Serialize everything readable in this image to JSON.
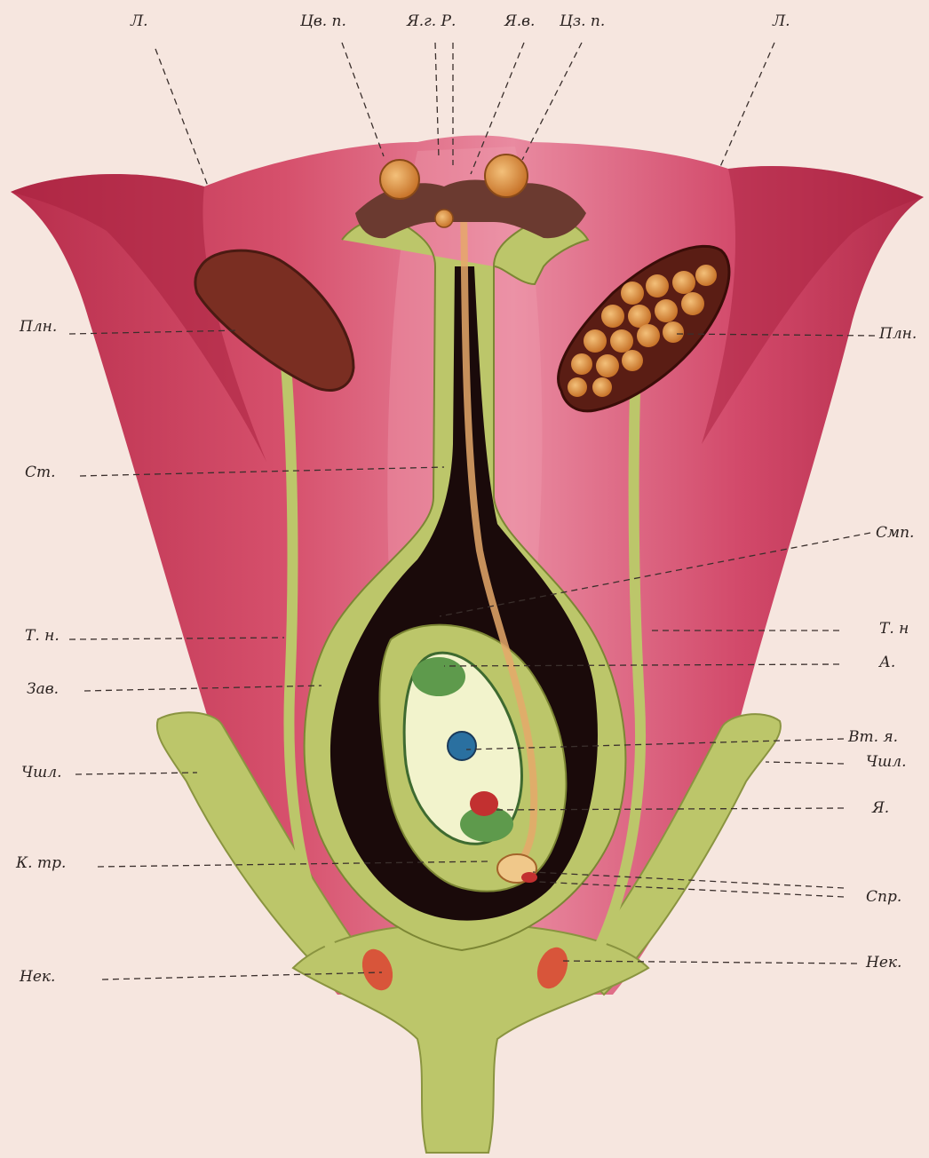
{
  "labels": {
    "lepestok_left": "Л.",
    "lepestok_right": "Л.",
    "tsv_p": "Цв. п.",
    "yag_r": "Я.г. Р.",
    "yav": "Я.в.",
    "tsz_p": "Цз. п.",
    "pln_left": "Плн.",
    "pln_right": "Плн.",
    "st": "Ст.",
    "smp": "Смп.",
    "tn_left": "Т. н.",
    "tn_right": "Т. н",
    "a": "А.",
    "zav": "Зав.",
    "vt_ya": "Вт. я.",
    "chshl_left": "Чшл.",
    "chshl_right": "Чшл.",
    "ya": "Я.",
    "k_tr": "К. тр.",
    "spr": "Спр.",
    "nek_left": "Нек.",
    "nek_right": "Нек."
  },
  "colors": {
    "background": "#f6e6df",
    "petal_outer": "#c83a56",
    "petal_inner": "#e0708a",
    "petal_dark": "#a82440",
    "plant_green": "#bcc66a",
    "ovary_dark": "#1a0a0a",
    "anther_brown": "#7a2e22",
    "pollen_orange": "#d98a3a",
    "embryo_sac_green": "#5e9a4c",
    "egg_red": "#c23030",
    "nucleus_blue": "#2a70a0"
  }
}
